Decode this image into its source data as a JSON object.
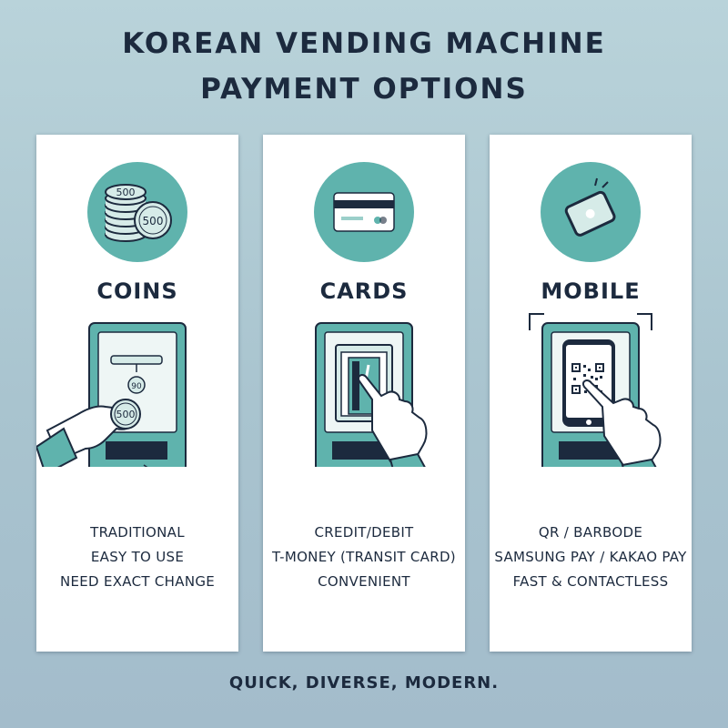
{
  "header": {
    "title_line1": "KOREAN VENDING MACHINE",
    "title_line2": "PAYMENT OPTIONS"
  },
  "colors": {
    "teal": "#5fb3ad",
    "teal_light": "#d6ebe8",
    "navy": "#1c2a3e",
    "panel": "#ffffff"
  },
  "panels": [
    {
      "title": "COINS",
      "icon": "coin-stack-icon",
      "illustration": "hand-inserting-coin",
      "coin_labels": {
        "stack": "500",
        "single": "500",
        "slot_coin": "90",
        "hand_coin": "500"
      },
      "features": [
        "TRADITIONAL",
        "EASY TO USE",
        "NEED EXACT CHANGE"
      ]
    },
    {
      "title": "CARDS",
      "icon": "credit-card-icon",
      "illustration": "hand-tapping-card",
      "features": [
        "CREDIT/DEBIT",
        "T-MONEY (TRANSIT CARD)",
        "CONVENIENT"
      ]
    },
    {
      "title": "MOBILE",
      "icon": "smartphone-icon",
      "illustration": "hand-scanning-qr",
      "features": [
        "QR / BARBODE",
        "SAMSUNG PAY / KAKAO PAY",
        "FAST & CONTACTLESS"
      ]
    }
  ],
  "footer": {
    "tagline": "QUICK, DIVERSE, MODERN."
  }
}
